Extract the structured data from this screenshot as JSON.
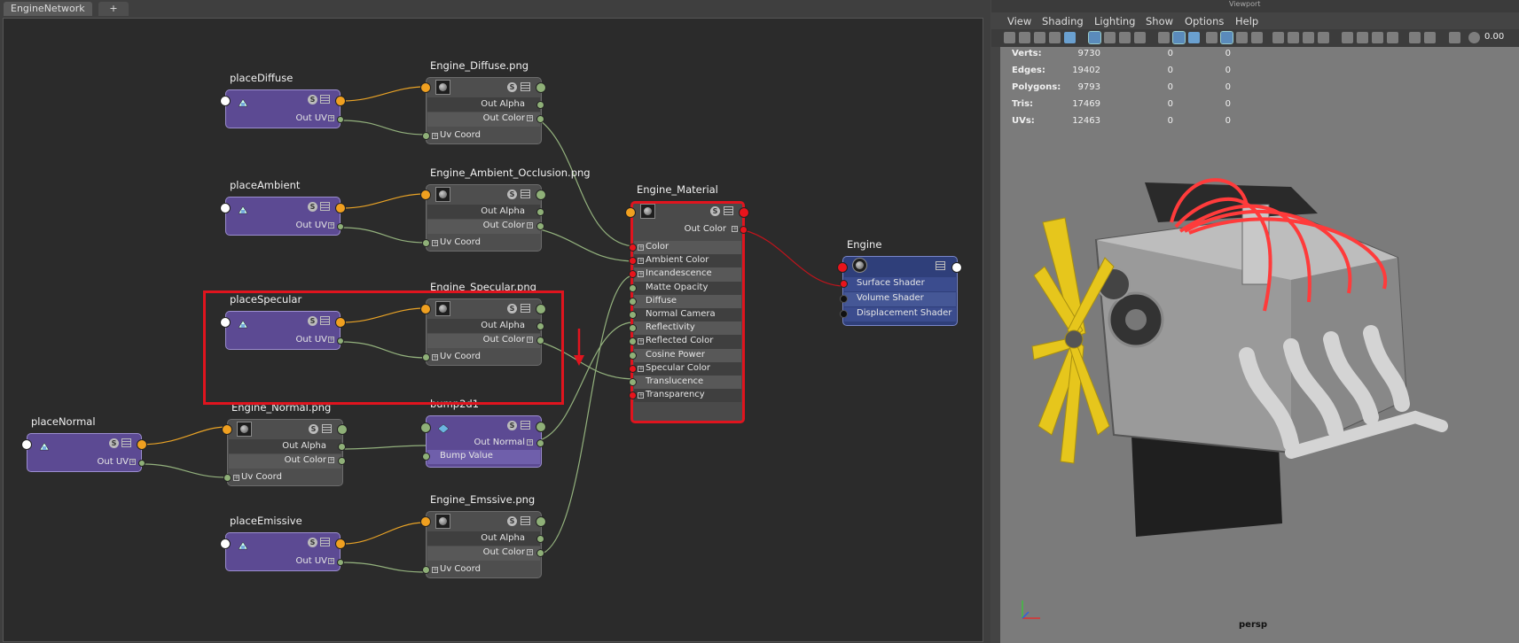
{
  "tabs": {
    "active": "EngineNetwork",
    "add": "+"
  },
  "nodes": {
    "placeDiffuse": {
      "title": "placeDiffuse",
      "out": "Out UV"
    },
    "placeAmbient": {
      "title": "placeAmbient",
      "out": "Out UV"
    },
    "placeSpecular": {
      "title": "placeSpecular",
      "out": "Out UV"
    },
    "placeNormal": {
      "title": "placeNormal",
      "out": "Out UV"
    },
    "placeEmissive": {
      "title": "placeEmissive",
      "out": "Out UV"
    },
    "fileDiffuse": {
      "title": "Engine_Diffuse.png",
      "alpha": "Out Alpha",
      "color": "Out Color",
      "uv": "Uv Coord"
    },
    "fileAmbient": {
      "title": "Engine_Ambient_Occlusion.png",
      "alpha": "Out Alpha",
      "color": "Out Color",
      "uv": "Uv Coord"
    },
    "fileSpecular": {
      "title": "Engine_Specular.png",
      "alpha": "Out Alpha",
      "color": "Out Color",
      "uv": "Uv Coord"
    },
    "fileNormal": {
      "title": "Engine_Normal.png",
      "alpha": "Out Alpha",
      "color": "Out Color",
      "uv": "Uv Coord"
    },
    "fileEmissive": {
      "title": "Engine_Emssive.png",
      "alpha": "Out Alpha",
      "color": "Out Color",
      "uv": "Uv Coord"
    },
    "bump": {
      "title": "bump2d1",
      "out": "Out Normal",
      "in": "Bump Value"
    },
    "material": {
      "title": "Engine_Material",
      "out": "Out Color",
      "attrs": [
        "Color",
        "Ambient Color",
        "Incandescence",
        "Matte Opacity",
        "Diffuse",
        "Normal Camera",
        "Reflectivity",
        "Reflected Color",
        "Cosine Power",
        "Specular Color",
        "Translucence",
        "Transparency"
      ]
    },
    "sg": {
      "title": "Engine",
      "attrs": [
        "Surface Shader",
        "Volume Shader",
        "Displacement Shader"
      ]
    }
  },
  "viewport": {
    "title": "Viewport",
    "menu": [
      "View",
      "Shading",
      "Lighting",
      "Show",
      "Options",
      "Help"
    ],
    "zoom": "0.00",
    "camera": "persp",
    "stats": [
      {
        "label": "Verts:",
        "v": "9730",
        "a": "0",
        "b": "0"
      },
      {
        "label": "Edges:",
        "v": "19402",
        "a": "0",
        "b": "0"
      },
      {
        "label": "Polygons:",
        "v": "9793",
        "a": "0",
        "b": "0"
      },
      {
        "label": "Tris:",
        "v": "17469",
        "a": "0",
        "b": "0"
      },
      {
        "label": "UVs:",
        "v": "12463",
        "a": "0",
        "b": "0"
      }
    ]
  },
  "colors": {
    "selection": "#e0141e",
    "place": "#5c4a93",
    "sg": "#2f3f7a",
    "wire_uv": "#e9a326",
    "wire_data": "#93b17d",
    "wire_shader": "#c0141c"
  }
}
